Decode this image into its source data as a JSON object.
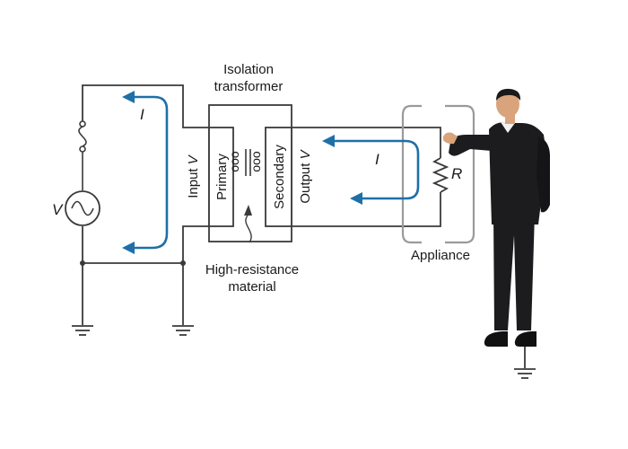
{
  "labels": {
    "title_line1": "Isolation",
    "title_line2": "transformer",
    "primary": "Primary",
    "secondary": "Secondary",
    "input_prefix": "Input ",
    "input_var": "V",
    "output_prefix": "Output ",
    "output_var": "V",
    "hr_line1": "High-resistance",
    "hr_line2": "material",
    "appliance": "Appliance",
    "source_v": "V",
    "current_left": "I",
    "current_right": "I",
    "resistor": "R",
    "primary_coil": "ooo",
    "secondary_coil": "ooo"
  },
  "colors": {
    "wire": "#3a3a3a",
    "current_arrow": "#1f6fa8",
    "appliance_outline": "#9a9a9a",
    "suit": "#1c1c1e",
    "skin": "#d9a47c",
    "shirt": "#f2f2f2",
    "hair": "#1a1a1a"
  },
  "icons": {
    "fuse": "fuse-icon",
    "ac_source": "ac-source-icon",
    "ground": "ground-icon",
    "resistor": "resistor-icon",
    "person": "person-figure"
  }
}
